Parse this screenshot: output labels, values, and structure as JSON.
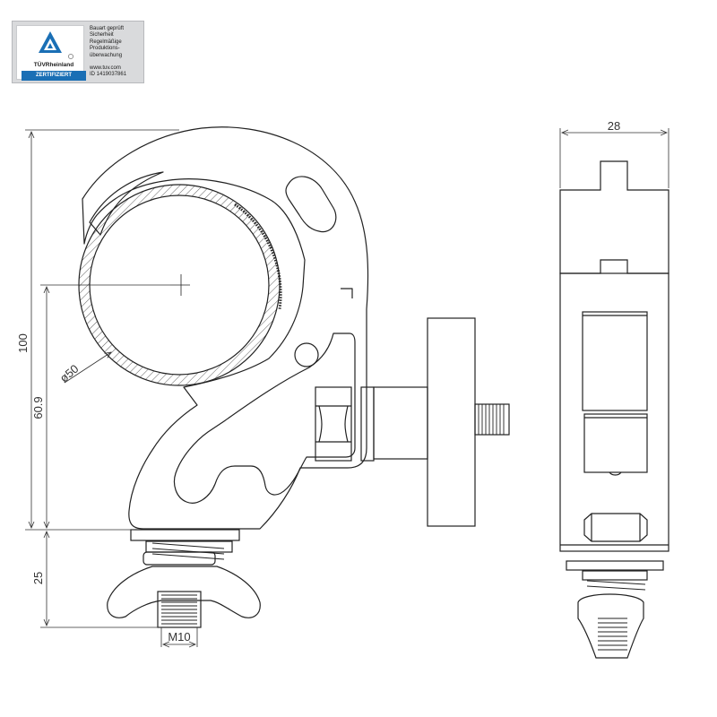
{
  "certificate": {
    "brand": "TÜVRheinland",
    "badge": "ZERTIFIZIERT",
    "lines": [
      "Bauart geprüft",
      "Sicherheit",
      "Regelmäßige",
      "Produktions-",
      "überwachung"
    ],
    "url": "www.tuv.com",
    "id": "ID 1419037861",
    "accent": "#1a6fb5"
  },
  "dimensions": {
    "width_side": "28",
    "height_total": "100",
    "height_center": "60.9",
    "bolt_length": "25",
    "pipe_diameter": "ø50",
    "thread": "M10"
  }
}
